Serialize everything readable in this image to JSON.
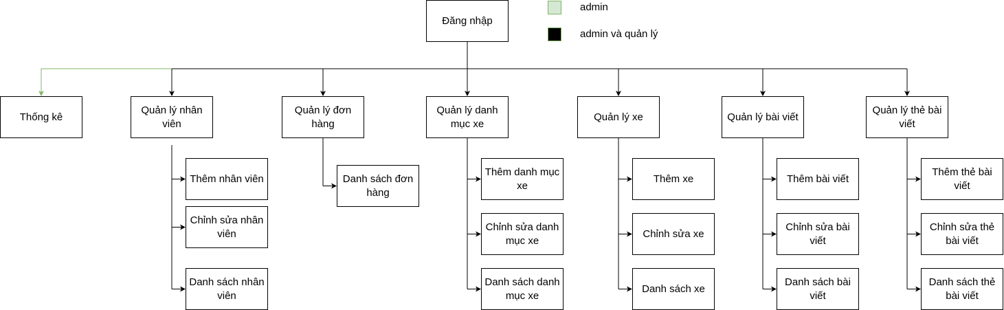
{
  "legend": [
    {
      "label": "admin",
      "color": "#d5e8d4",
      "border": "#82b366"
    },
    {
      "label": "admin và quản lý",
      "color": "#000000",
      "border": "#82b366"
    }
  ],
  "colors": {
    "line": "#000000",
    "admin_line": "#82b366"
  },
  "root": {
    "label": "Đăng nhập"
  },
  "modules": [
    {
      "label": "Thống kê",
      "admin_only": true,
      "children": []
    },
    {
      "label": "Quản lý nhân viên",
      "children": [
        "Thêm nhân viên",
        "Chỉnh sửa nhân viên",
        "Danh sách nhân viên"
      ]
    },
    {
      "label": "Quản lý đơn hàng",
      "children": [
        "Danh sách đơn hàng"
      ]
    },
    {
      "label": "Quản lý danh mục xe",
      "children": [
        "Thêm danh mục xe",
        "Chỉnh sửa danh mục xe",
        "Danh sách danh mục xe"
      ]
    },
    {
      "label": "Quản lý xe",
      "children": [
        "Thêm xe",
        "Chỉnh sửa xe",
        "Danh sách xe"
      ]
    },
    {
      "label": "Quản lý bài viết",
      "children": [
        "Thêm bài viết",
        "Chỉnh sửa bài viết",
        "Danh sách bài viết"
      ]
    },
    {
      "label": "Quản lý thẻ bài viết",
      "children": [
        "Thêm thẻ bài viết",
        "Chỉnh sửa thẻ bài viết",
        "Danh sách thẻ bài viết"
      ]
    }
  ]
}
